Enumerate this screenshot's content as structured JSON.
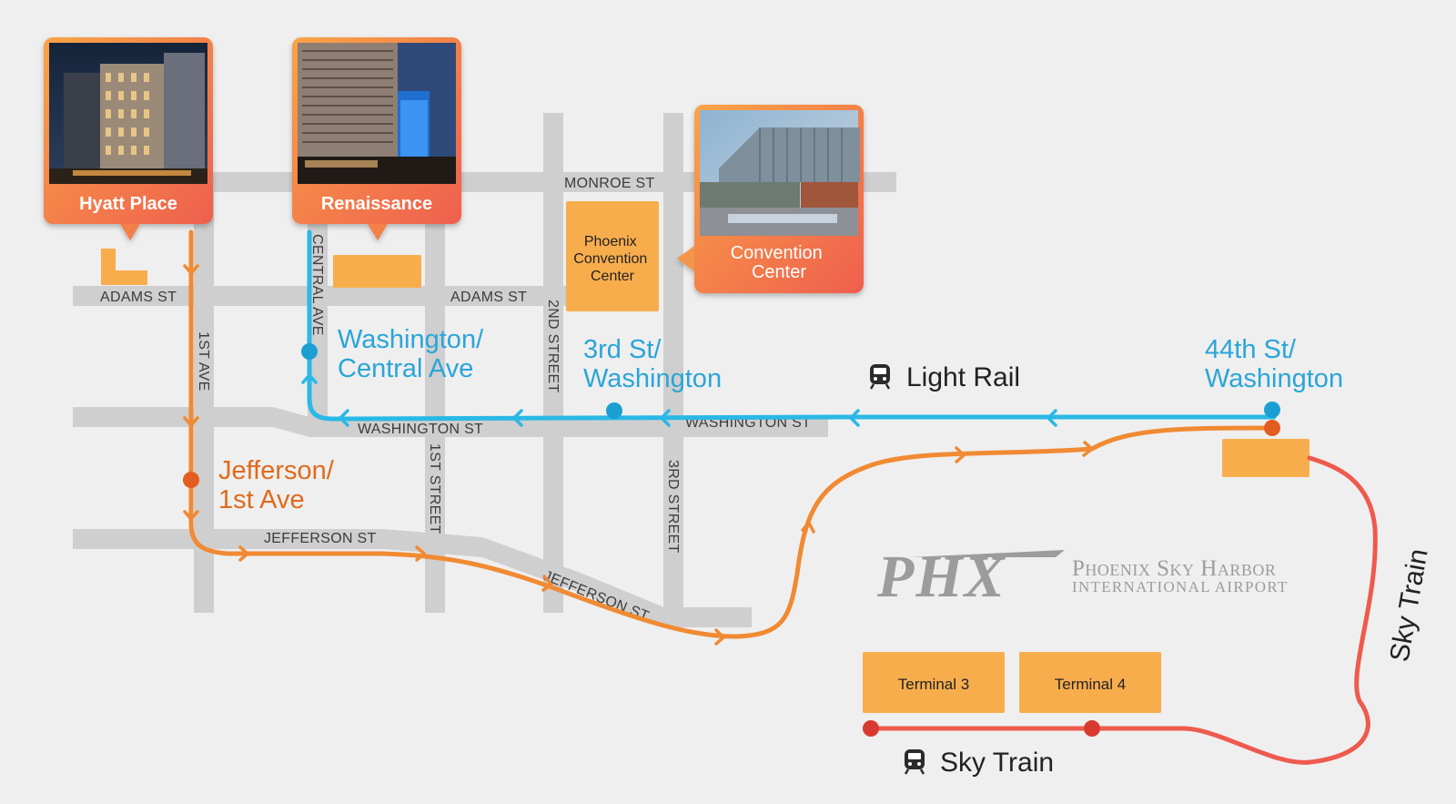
{
  "streets": {
    "monroe": "MONROE ST",
    "adams_west": "ADAMS ST",
    "adams_east": "ADAMS ST",
    "washington_west": "WASHINGTON ST",
    "washington_east": "WASHINGTON ST",
    "jefferson_west": "JEFFERSON ST",
    "jefferson_east": "JEFFERSON ST",
    "first_ave": "1ST AVE",
    "central_ave": "CENTRAL AVE",
    "first_street": "1ST STREET",
    "second_street": "2ND STREET",
    "third_street": "3RD STREET"
  },
  "stations": {
    "washington_central": [
      "Washington/",
      "Central Ave"
    ],
    "third_washington": [
      "3rd St/",
      "Washington"
    ],
    "forty_fourth_washington": [
      "44th St/",
      "Washington"
    ],
    "jefferson_first": [
      "Jefferson/",
      "1st Ave"
    ]
  },
  "cards": {
    "hyatt": "Hyatt Place",
    "renaissance": "Renaissance",
    "convention": [
      "Convention",
      "Center"
    ]
  },
  "buildings": {
    "convention_center": [
      "Phoenix",
      "Convention",
      "Center"
    ],
    "terminal3": "Terminal 3",
    "terminal4": "Terminal 4"
  },
  "legend": {
    "light_rail": "Light Rail",
    "sky_train": "Sky Train",
    "sky_train_vertical": "Sky Train"
  },
  "airport": {
    "logo": "PHX",
    "name_line1": "Phoenix Sky Harbor",
    "name_line2": "International Airport"
  },
  "colors": {
    "light_rail": "#2ab8e6",
    "jefferson_route": "#f08a33",
    "sky_train": "#ee5a4e",
    "building": "#f8ad4d",
    "street": "#cfcfcf"
  },
  "icons": {
    "light_rail": "train-icon",
    "sky_train": "train-icon"
  }
}
